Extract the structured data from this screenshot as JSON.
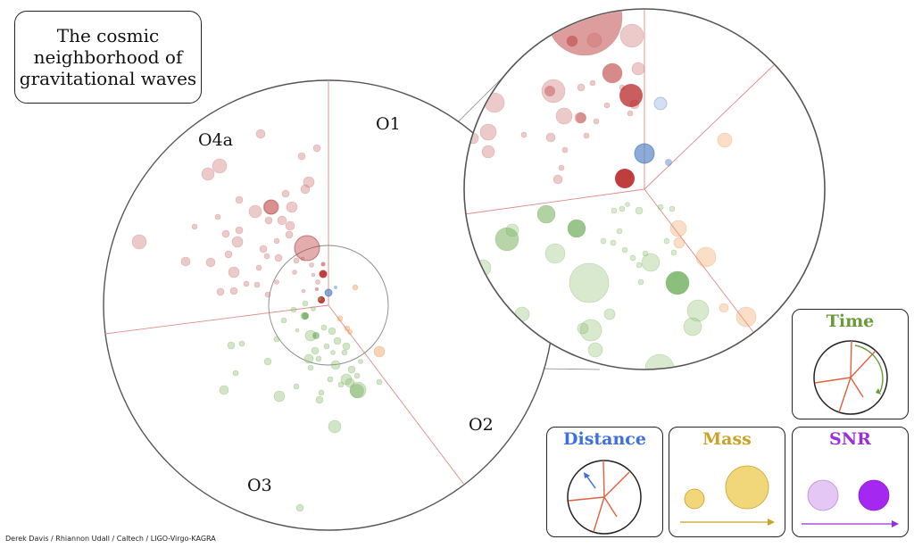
{
  "title": {
    "line1": "The cosmic",
    "line2": "neighborhood of",
    "line3": "gravitational waves"
  },
  "credit": "Derek Davis / Rhiannon Udall / Caltech / LIGO-Virgo-KAGRA",
  "runs": {
    "o1": "O1",
    "o2": "O2",
    "o3": "O3",
    "o4a": "O4a"
  },
  "legend": {
    "time": {
      "label": "Time",
      "color": "#6a9a3a"
    },
    "distance": {
      "label": "Distance",
      "color": "#3d6fe0"
    },
    "mass": {
      "label": "Mass",
      "color": "#c9a227"
    },
    "snr": {
      "label": "SNR",
      "color": "#9a2fd9"
    }
  },
  "colors": {
    "o4a_red": "#c24a4a",
    "o3_green": "#6aa84f",
    "o2_orange": "#f0a060",
    "o1_blue": "#5b87c9",
    "divider": "#e08080",
    "circle_outline": "#333333"
  }
}
